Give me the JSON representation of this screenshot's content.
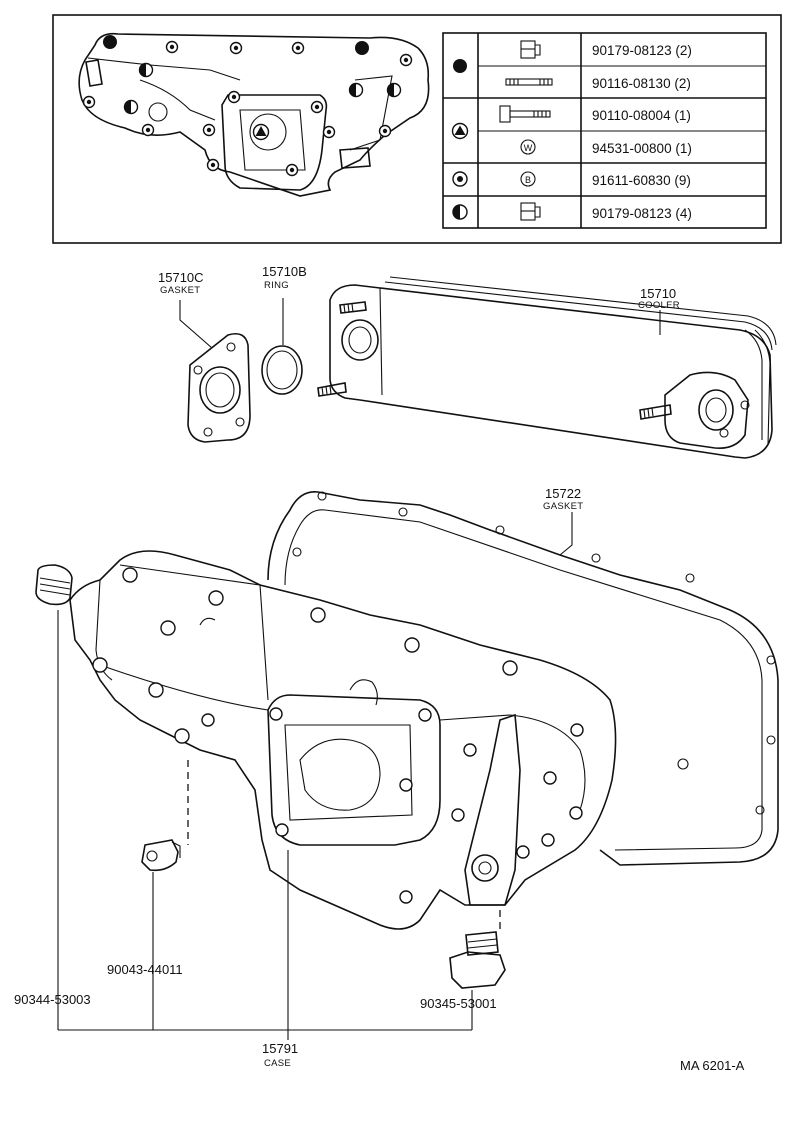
{
  "diagram_code": "MA 6201-A",
  "legend": {
    "rows": [
      {
        "symbol": "filled-dot-icon",
        "part": "90179-08123 (2)",
        "icon": "nut-icon"
      },
      {
        "symbol": "filled-dot-icon",
        "part": "90116-08130 (2)",
        "icon": "stud-icon"
      },
      {
        "symbol": "triangle-dot-icon",
        "part": "90110-08004 (1)",
        "icon": "bolt-icon"
      },
      {
        "symbol": "triangle-dot-icon",
        "part": "94531-00800 (1)",
        "icon": "washer-w-icon",
        "icon_letter": "W"
      },
      {
        "symbol": "ring-dot-icon",
        "part": "91611-60830 (9)",
        "icon": "bolt-b-icon",
        "icon_letter": "B"
      },
      {
        "symbol": "half-dot-icon",
        "part": "90179-08123 (4)",
        "icon": "nut-icon"
      }
    ]
  },
  "parts": {
    "gasket_c": {
      "number": "15710C",
      "name": "GASKET"
    },
    "ring": {
      "number": "15710B",
      "name": "RING"
    },
    "cooler": {
      "number": "15710",
      "name": "COOLER"
    },
    "gasket_case": {
      "number": "15722",
      "name": "GASKET"
    },
    "plug_left": {
      "number": "90344-53003"
    },
    "plug_small": {
      "number": "90043-44011"
    },
    "plug_right": {
      "number": "90345-53001"
    },
    "case": {
      "number": "15791",
      "name": "CASE"
    }
  }
}
